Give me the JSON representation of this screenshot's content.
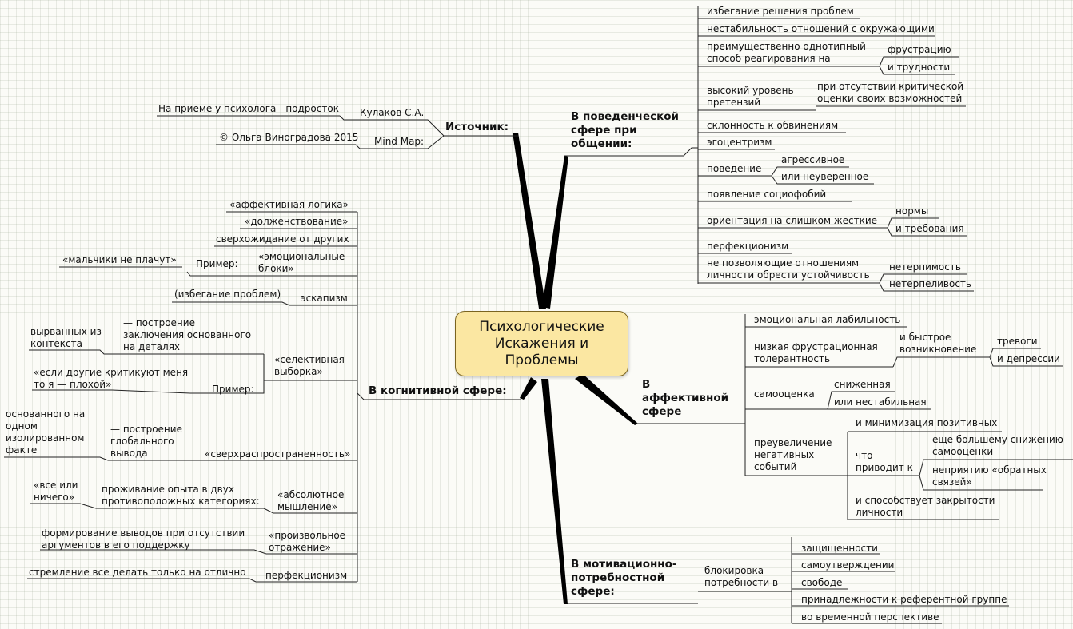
{
  "center": "Психологические\nИскажения и\nПроблемы",
  "source": {
    "title": "Источник:",
    "author_label": "Кулаков С.А.",
    "book": "На приеме у психолога - подросток",
    "mindmap_label": "Mind Map:",
    "copyright": "© Ольга Виноградова 2015"
  },
  "behavior": {
    "title": "В поведенческой\nсфере при\nобщении:",
    "i1": "избегание решения проблем",
    "i2": "нестабильность отношений с окружающими",
    "i3": "преимущественно однотипный\nспособ реагирования на",
    "i3a": "фрустрацию",
    "i3b": "и трудности",
    "i4": "высокий уровень\nпретензий",
    "i4a": "при отсутствии критической\nоценки своих возможностей",
    "i5": "склонность к обвинениям",
    "i6": "эгоцентризм",
    "i7": "поведение",
    "i7a": "агрессивное",
    "i7b": "или неуверенное",
    "i8": "появление социофобий",
    "i9": "ориентация на слишком жесткие",
    "i9a": "нормы",
    "i9b": "и требования",
    "i10": "перфекционизм",
    "i11": "не позволяющие отношениям\nличности обрести устойчивость",
    "i11a": "нетерпимость",
    "i11b": "нетерпеливость"
  },
  "affective": {
    "title": "В\nаффективной\nсфере",
    "i1": "эмоциональная лабильность",
    "i2": "низкая фрустрационная\nтолерантность",
    "i2a": "и быстрое\nвозникновение",
    "i2a1": "тревоги",
    "i2a2": "и депрессии",
    "i3": "самооценка",
    "i3a": "сниженная",
    "i3b": "или нестабильная",
    "i4": "преувеличение\nнегативных\nсобытий",
    "i4a": "и минимизация позитивных",
    "i4b": "что\nприводит к",
    "i4b1": "еще большему снижению\nсамооценки",
    "i4b2": "неприятию «обратных\nсвязей»",
    "i4c": "и способствует закрытости\nличности"
  },
  "motivation": {
    "title": "В мотивационно-\nпотребностной\nсфере:",
    "block": "блокировка\nпотребности в",
    "i1": "защищенности",
    "i2": "самоутверждении",
    "i3": "свободе",
    "i4": "принадлежности к референтной группе",
    "i5": "во временной перспективе"
  },
  "cognitive": {
    "title": "В когнитивной сфере:",
    "i1": "«аффективная логика»",
    "i2": "«долженствование»",
    "i3": "сверхожидание от других",
    "i4": "«эмоциональные\nблоки»",
    "i4_ex": "Пример:",
    "i4_exv": "«мальчики не плачут»",
    "i5": "эскапизм",
    "i5a": "(избегание проблем)",
    "i6": "«селективная\nвыборка»",
    "i6a": "— построение\nзаключения основанного\nна деталях",
    "i6a1": "вырванных из\nконтекста",
    "i6_ex": "Пример:",
    "i6_exv": "«если другие критикуют меня\nто я — плохой»",
    "i7": "«сверхраспространенность»",
    "i7a": "— построение\nглобального\nвывода",
    "i7a1": "основанного на\nодном\nизолированном\nфакте",
    "i8": "«абсолютное\nмышление»",
    "i8a": "проживание опыта в двух\nпротивоположных категориях:",
    "i8a1": "«все или\nничего»",
    "i9": "«произвольное\nотражение»",
    "i9a": "формирование выводов при отсутствии\nаргументов в его поддержку",
    "i10": "перфекционизм",
    "i10a": "стремление все делать только на отлично"
  }
}
